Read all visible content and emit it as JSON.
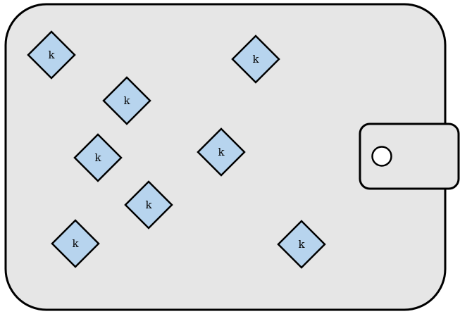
{
  "wallet": {
    "body_fill": "#e6e6e6",
    "outline": "#000000",
    "clasp_fill": "#e6e6e6",
    "button_fill": "#ffffff"
  },
  "tokens": [
    {
      "label": "k",
      "fill": "#b7d4ee"
    },
    {
      "label": "k",
      "fill": "#b7d4ee"
    },
    {
      "label": "k",
      "fill": "#b7d4ee"
    },
    {
      "label": "k",
      "fill": "#b7d4ee"
    },
    {
      "label": "k",
      "fill": "#b7d4ee"
    },
    {
      "label": "k",
      "fill": "#b7d4ee"
    },
    {
      "label": "k",
      "fill": "#b7d4ee"
    },
    {
      "label": "k",
      "fill": "#b7d4ee"
    }
  ]
}
